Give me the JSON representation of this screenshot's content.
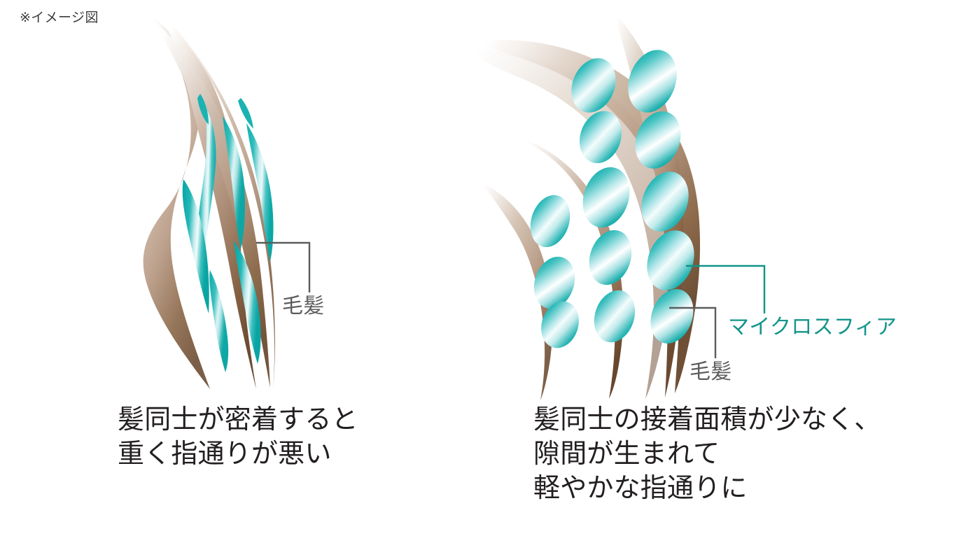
{
  "figure": {
    "note": "※イメージ図",
    "background_color": "#ffffff",
    "palette": {
      "hair_root": "#efe9e4",
      "hair_mid": "#bfa795",
      "hair_tip": "#7b5a3f",
      "sphere_rim": "#17b2b2",
      "sphere_core": "#ffffff",
      "teal_text": "#14958a",
      "gray_text": "#5c5c5c",
      "caption_text": "#231f20",
      "leader_gray": "#5c5c5c",
      "leader_teal": "#0f9488"
    }
  },
  "panels": [
    {
      "id": "before",
      "illustration": "three tan-to-brown hair strands pressed tightly together with elongated teal adhesive smears squeezed flat between them",
      "callouts": [
        {
          "name": "hair",
          "label": "毛髪",
          "color": "#5c5c5c"
        }
      ],
      "caption": "髪同士が密着すると\n重く指通りが悪い"
    },
    {
      "id": "after",
      "illustration": "four tan-to-brown hair strands curving apart, separated by many rounded teal microsphere capsules creating gaps",
      "callouts": [
        {
          "name": "microsphere",
          "label": "マイクロスフィア",
          "color": "#14958a"
        },
        {
          "name": "hair",
          "label": "毛髪",
          "color": "#5c5c5c"
        }
      ],
      "caption": "髪同士の接着面積が少なく、\n隙間が生まれて\n軽やかな指通りに"
    }
  ]
}
